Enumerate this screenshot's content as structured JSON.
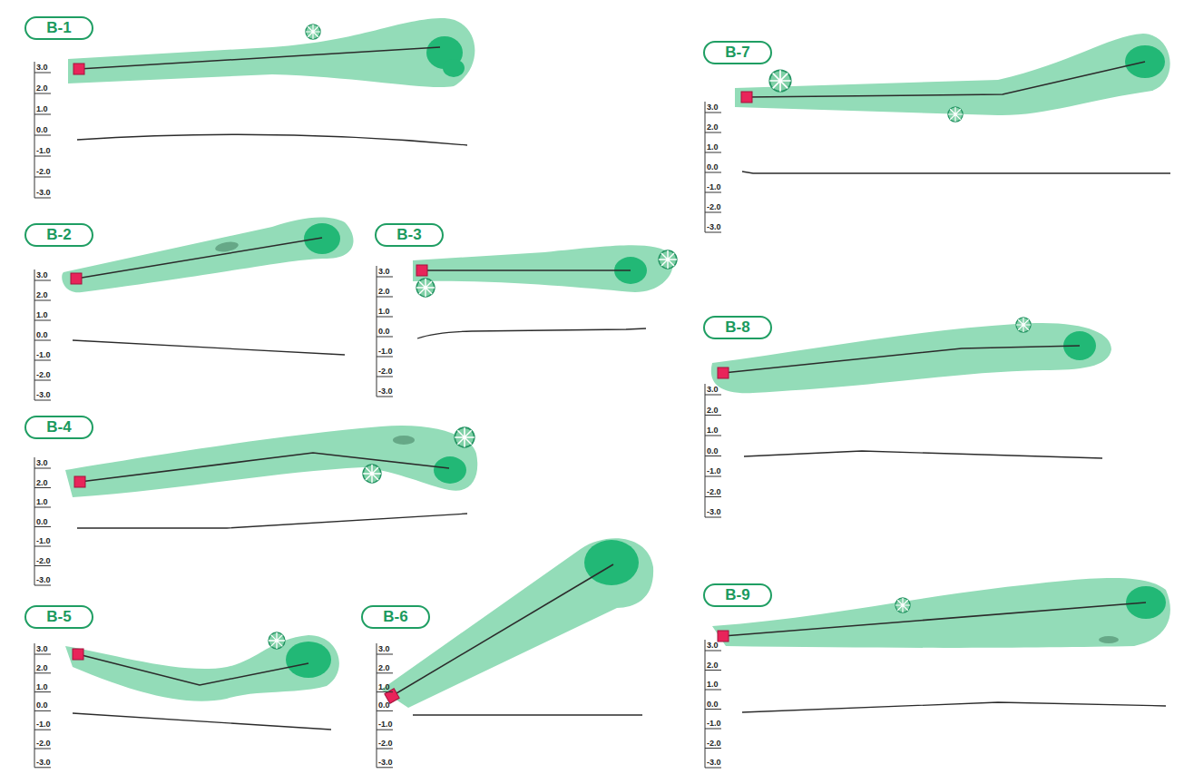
{
  "diagram": {
    "nodes": [
      {
        "text": [
          "B-1"
        ]
      },
      {
        "text": [
          "B-2"
        ]
      },
      {
        "text": [
          "B-3"
        ]
      },
      {
        "text": [
          "B-4"
        ]
      },
      {
        "text": [
          "B-5"
        ]
      },
      {
        "text": [
          "B-6"
        ]
      },
      {
        "text": [
          "B-7"
        ]
      },
      {
        "text": [
          "B-8"
        ]
      },
      {
        "text": [
          "B-9"
        ]
      }
    ],
    "labels": [
      "3.0",
      "2.0",
      "1.0",
      "0.0",
      "-1.0",
      "-2.0",
      "-3.0",
      "3.0",
      "2.0",
      "1.0",
      "0.0",
      "-1.0",
      "-2.0",
      "-3.0",
      "3.0",
      "2.0",
      "1.0",
      "0.0",
      "-1.0",
      "-2.0",
      "-3.0",
      "3.0",
      "2.0",
      "1.0",
      "0.0",
      "-1.0",
      "-2.0",
      "-3.0",
      "3.0",
      "2.0",
      "1.0",
      "0.0",
      "-1.0",
      "-2.0",
      "-3.0",
      "3.0",
      "2.0",
      "1.0",
      "0.0",
      "-1.0",
      "-2.0",
      "-3.0",
      "3.0",
      "2.0",
      "1.0",
      "0.0",
      "-1.0",
      "-2.0",
      "-3.0",
      "3.0",
      "2.0",
      "1.0",
      "0.0",
      "-1.0",
      "-2.0",
      "-3.0",
      "3.0",
      "2.0",
      "1.0",
      "0.0",
      "-1.0",
      "-2.0",
      "-3.0"
    ]
  }
}
